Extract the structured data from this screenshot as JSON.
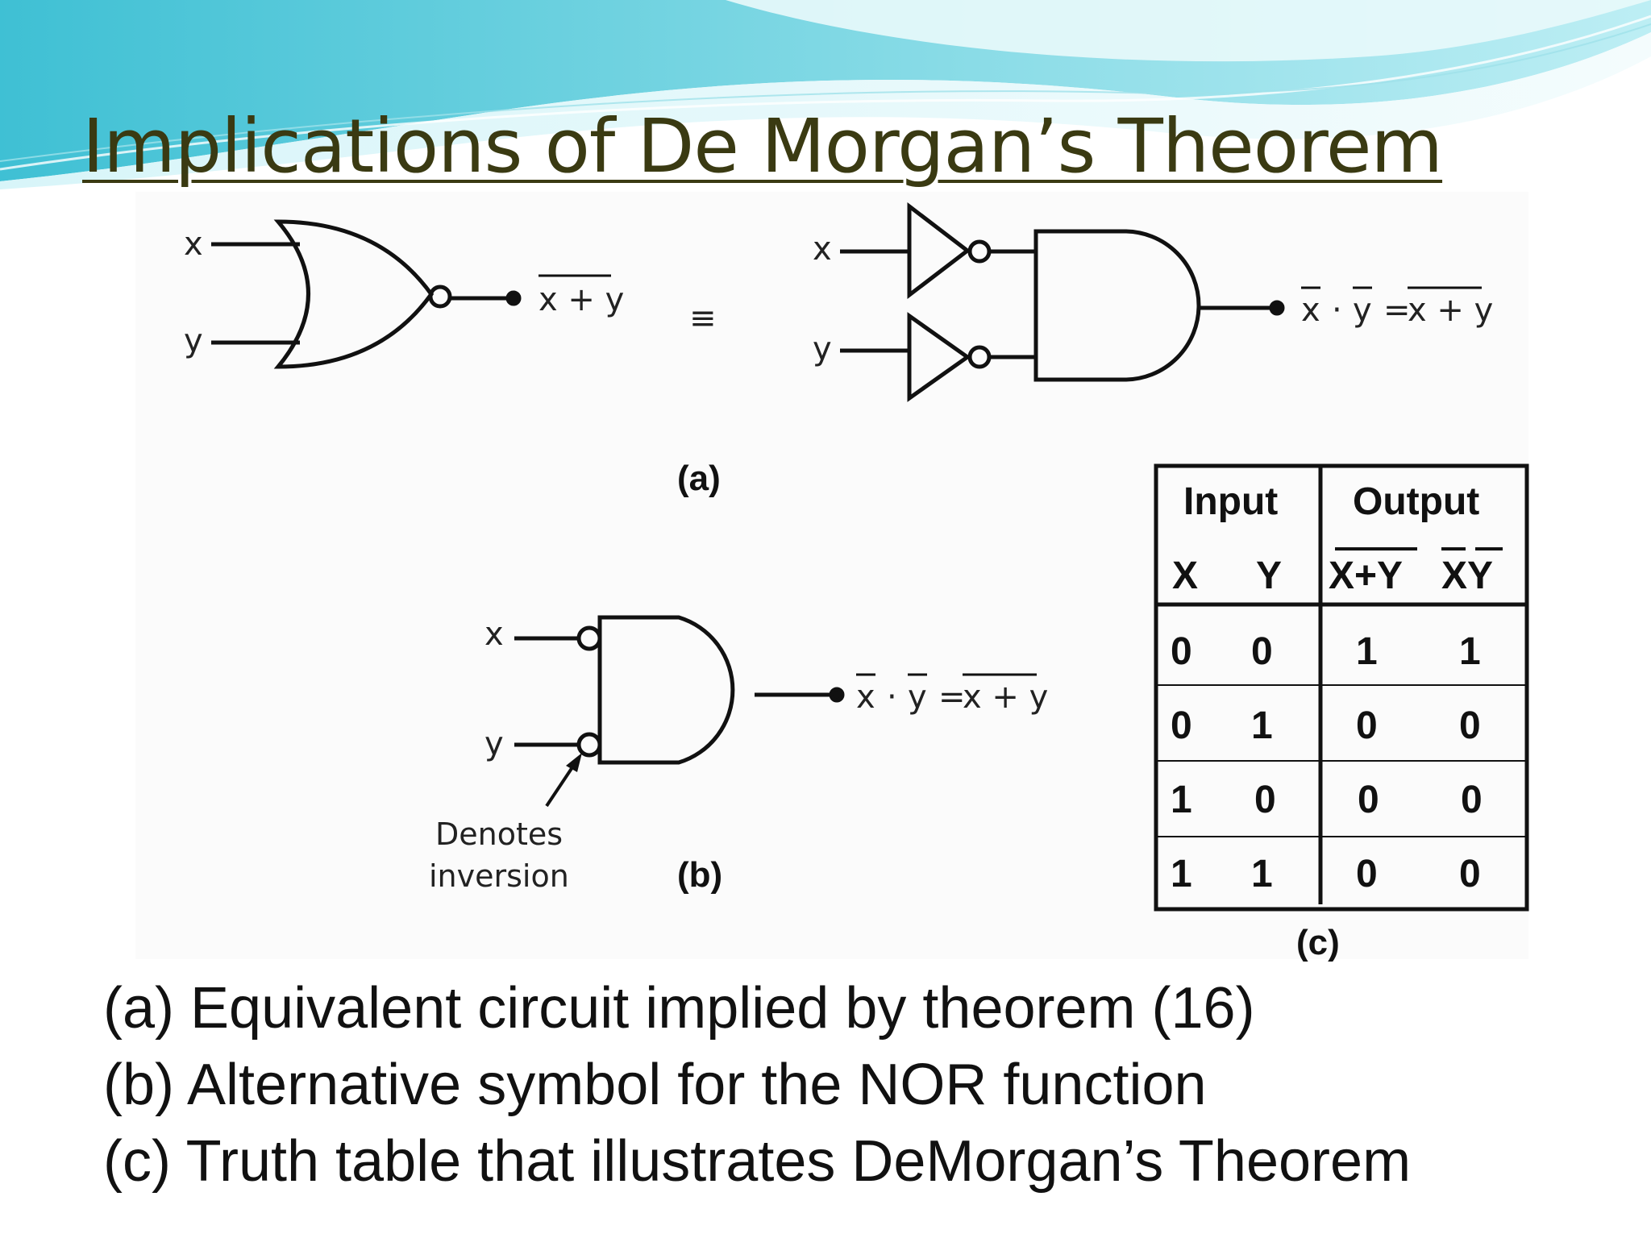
{
  "title": "Implications of De Morgan’s Theorem",
  "diagram_a": {
    "input_x": "x",
    "input_y": "y",
    "nor_output": "x + y",
    "equiv_symbol": "≡",
    "rhs_output_left_1": "x",
    "rhs_output_dot": "·",
    "rhs_output_left_2": "y",
    "rhs_output_eq": "=",
    "rhs_output_right": "x + y",
    "label": "(a)"
  },
  "diagram_b": {
    "input_x": "x",
    "input_y": "y",
    "output_left_1": "x",
    "output_dot": "·",
    "output_left_2": "y",
    "output_eq": "=",
    "output_right": "x + y",
    "note_line1": "Denotes",
    "note_line2": "inversion",
    "label": "(b)"
  },
  "truth_table": {
    "header_input": "Input",
    "header_output": "Output",
    "col_x": "X",
    "col_y": "Y",
    "col_nor": "X+Y",
    "col_and": "XY",
    "rows": [
      [
        "0",
        "0",
        "1",
        "1"
      ],
      [
        "0",
        "1",
        "0",
        "0"
      ],
      [
        "1",
        "0",
        "0",
        "0"
      ],
      [
        "1",
        "1",
        "0",
        "0"
      ]
    ],
    "label": "(c)"
  },
  "captions": [
    "(a) Equivalent circuit implied by theorem (16)",
    "(b) Alternative symbol for the NOR function",
    "(c) Truth table that illustrates DeMorgan’s Theorem"
  ],
  "colors": {
    "title": "#3a3a12",
    "wave_dark": "#4cc7d8",
    "wave_light": "#bfeef3"
  }
}
